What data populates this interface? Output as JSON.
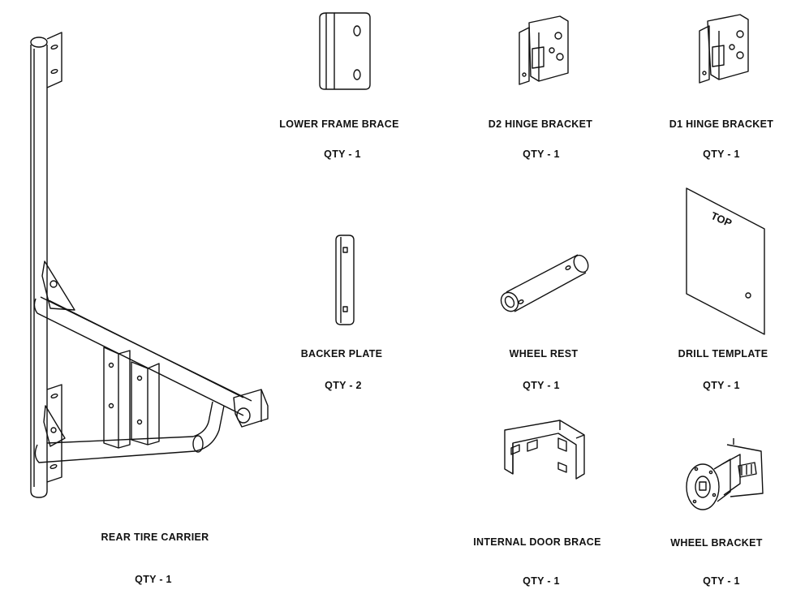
{
  "parts": [
    {
      "id": "rear-tire-carrier",
      "name": "REAR TIRE CARRIER",
      "qty": "QTY - 1"
    },
    {
      "id": "lower-frame-brace",
      "name": "LOWER FRAME BRACE",
      "qty": "QTY - 1"
    },
    {
      "id": "d2-hinge-bracket",
      "name": "D2 HINGE BRACKET",
      "qty": "QTY - 1"
    },
    {
      "id": "d1-hinge-bracket",
      "name": "D1 HINGE BRACKET",
      "qty": "QTY - 1"
    },
    {
      "id": "backer-plate",
      "name": "BACKER PLATE",
      "qty": "QTY - 2"
    },
    {
      "id": "wheel-rest",
      "name": "WHEEL REST",
      "qty": "QTY - 1"
    },
    {
      "id": "drill-template",
      "name": "DRILL TEMPLATE",
      "qty": "QTY - 1",
      "marking": "TOP"
    },
    {
      "id": "internal-door-brace",
      "name": "INTERNAL DOOR BRACE",
      "qty": "QTY - 1"
    },
    {
      "id": "wheel-bracket",
      "name": "WHEEL BRACKET",
      "qty": "QTY - 1"
    }
  ]
}
